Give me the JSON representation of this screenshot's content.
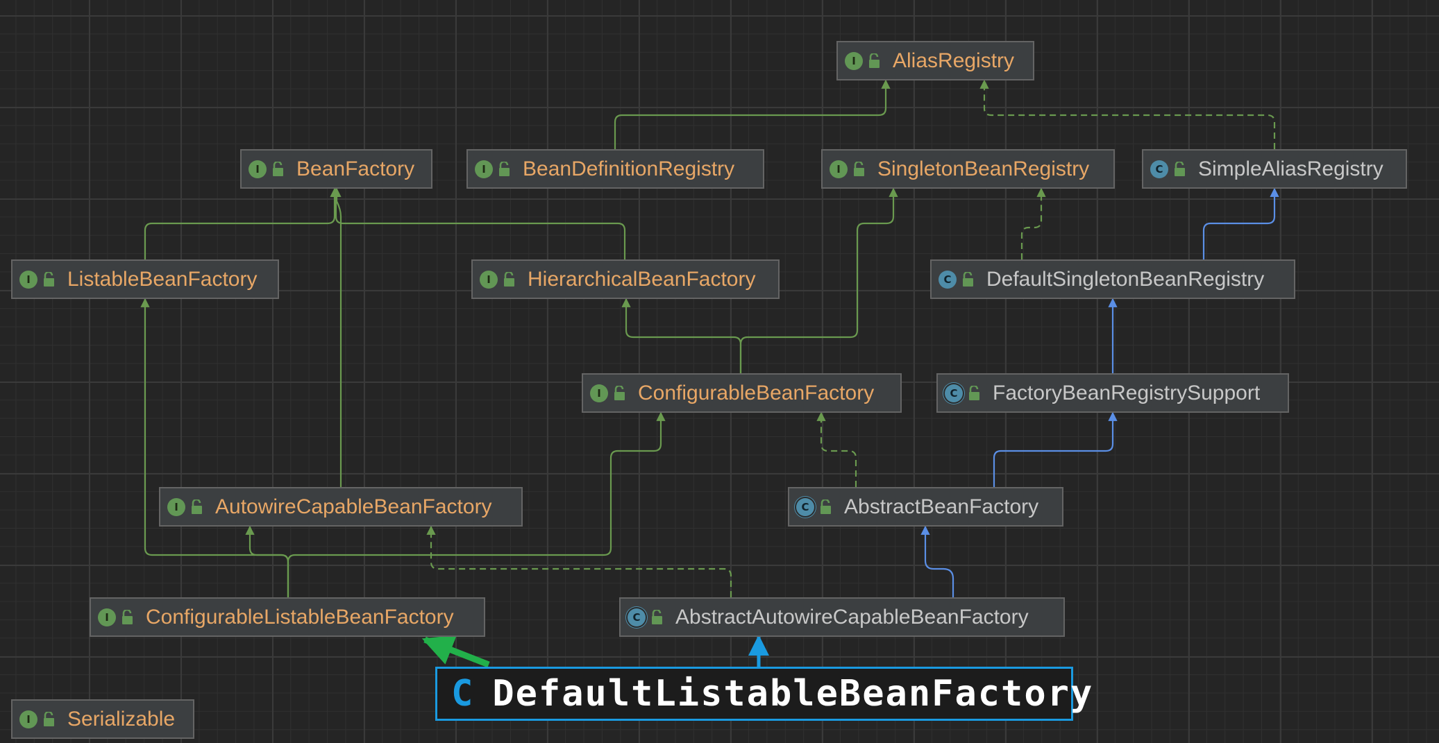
{
  "colors": {
    "interface_edge": "#6a9a4f",
    "class_edge": "#5b8fe6",
    "interface_name": "#e8a766",
    "class_name": "#c8c8c8",
    "highlight_blue": "#1a9ae0",
    "highlight_green": "#22b04a"
  },
  "icons": {
    "interface": "interface-badge-icon",
    "class": "class-badge-icon",
    "abstract_class": "abstract-class-badge-icon",
    "visibility": "open-lock-icon"
  },
  "nodes": {
    "alias_registry": {
      "kind": "I",
      "name": "AliasRegistry"
    },
    "bean_factory": {
      "kind": "I",
      "name": "BeanFactory"
    },
    "bean_definition_registry": {
      "kind": "I",
      "name": "BeanDefinitionRegistry"
    },
    "singleton_bean_registry": {
      "kind": "I",
      "name": "SingletonBeanRegistry"
    },
    "simple_alias_registry": {
      "kind": "C",
      "name": "SimpleAliasRegistry"
    },
    "listable_bean_factory": {
      "kind": "I",
      "name": "ListableBeanFactory"
    },
    "hierarchical_bean_factory": {
      "kind": "I",
      "name": "HierarchicalBeanFactory"
    },
    "default_singleton_bean_registry": {
      "kind": "C",
      "name": "DefaultSingletonBeanRegistry"
    },
    "configurable_bean_factory": {
      "kind": "I",
      "name": "ConfigurableBeanFactory"
    },
    "factory_bean_registry_support": {
      "kind": "C",
      "name": "FactoryBeanRegistrySupport"
    },
    "autowire_capable_bean_factory": {
      "kind": "I",
      "name": "AutowireCapableBeanFactory"
    },
    "abstract_bean_factory": {
      "kind": "C",
      "name": "AbstractBeanFactory"
    },
    "configurable_listable_bean_factory": {
      "kind": "I",
      "name": "ConfigurableListableBeanFactory"
    },
    "abstract_autowire_capable_bean_factory": {
      "kind": "C",
      "name": "AbstractAutowireCapableBeanFactory"
    },
    "serializable": {
      "kind": "I",
      "name": "Serializable"
    }
  },
  "focus": {
    "kind": "C",
    "name": "DefaultListableBeanFactory"
  }
}
